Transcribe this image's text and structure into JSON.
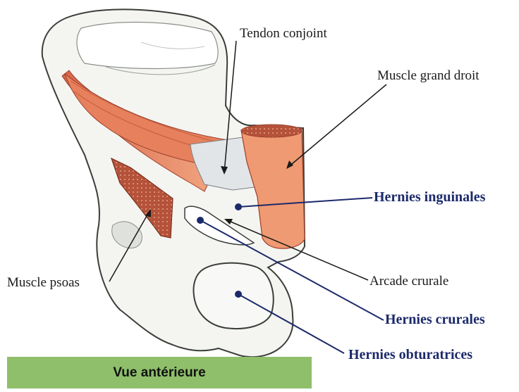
{
  "labels": {
    "tendon": "Tendon conjoint",
    "rectus": "Muscle grand droit",
    "inguinal": "Hernies inguinales",
    "psoas": "Muscle psoas",
    "arcade": "Arcade crurale",
    "crural": "Hernies crurales",
    "obturator": "Hernies obturatrices"
  },
  "footer": {
    "caption": "Vue antérieure"
  },
  "colors": {
    "bone_fill": "#f3f4f0",
    "bone_outline": "#3a3f3a",
    "muscle": "#e98a63",
    "muscle_dark": "#b5523a",
    "tendon": "#d9dde0",
    "hernia_marker": "#1c2a6b",
    "footer_bg": "#8fbf6a"
  }
}
